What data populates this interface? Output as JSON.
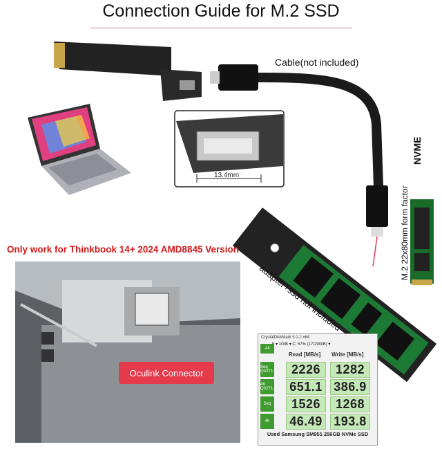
{
  "title": "Connection Guide for M.2 SSD",
  "cable_label": "Cable(not included)",
  "nvme_label": "NVME",
  "form_factor_label": "M.2 22x80mm form factor",
  "measure_label": "13.4mm",
  "compat_note": "Only work for Thinkbook 14+ 2024 AMD8845 Version",
  "adapter_note": "adapter+ssd not included",
  "oculink_badge": "Oculink Connector",
  "benchmark": {
    "window_title": "CrystalDiskMark 5.1.2 x64",
    "controls": "5 ▾  1GiB ▾   C: 57% (17/29GiB) ▾",
    "all_button": "All",
    "read_header": "Read [MB/s]",
    "write_header": "Write [MB/s]",
    "rows": [
      {
        "label": "Seq Q32T1",
        "read": "2226",
        "write": "1282"
      },
      {
        "label": "4K Q32T1",
        "read": "651.1",
        "write": "386.9"
      },
      {
        "label": "Seq",
        "read": "1526",
        "write": "1268"
      },
      {
        "label": "4K",
        "read": "46.49",
        "write": "193.8"
      }
    ],
    "footer": "Used Samsung SM951 256GB NVMe SSD"
  },
  "colors": {
    "accent_red": "#d01818",
    "badge": "#e43a4b",
    "cdm_green": "#3f9a2f"
  }
}
